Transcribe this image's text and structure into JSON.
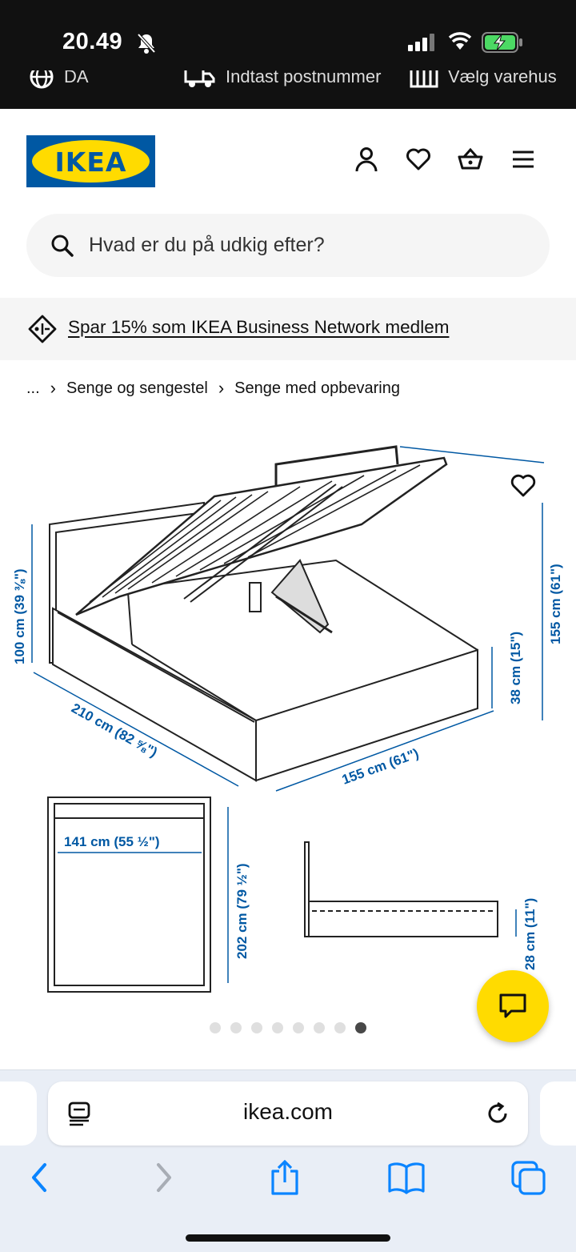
{
  "status": {
    "time": "20.49"
  },
  "top_strip": {
    "item1": "DA",
    "item2": "Indtast postnummer",
    "item3": "Vælg varehus"
  },
  "header": {
    "logo_text": "IKEA"
  },
  "search": {
    "placeholder": "Hvad er du på udkig efter?"
  },
  "promo": {
    "text": "Spar 15% som IKEA Business Network medlem"
  },
  "breadcrumb": {
    "ellipsis": "...",
    "items": [
      "Senge og sengestel",
      "Senge med opbevaring"
    ]
  },
  "product_image": {
    "dimensions": {
      "height": "100 cm (39 ⅜\")",
      "length": "210 cm (82 ⅝\")",
      "width": "155 cm (61\")",
      "total_height": "155 cm (61\")",
      "frame_height": "38 cm (15\")",
      "inner_width": "141 cm (55 ½\")",
      "inner_length": "202 cm (79 ½\")",
      "storage_depth": "28 cm (11\")"
    },
    "carousel": {
      "count": 8,
      "active": 8
    }
  },
  "browser": {
    "url": "ikea.com"
  }
}
